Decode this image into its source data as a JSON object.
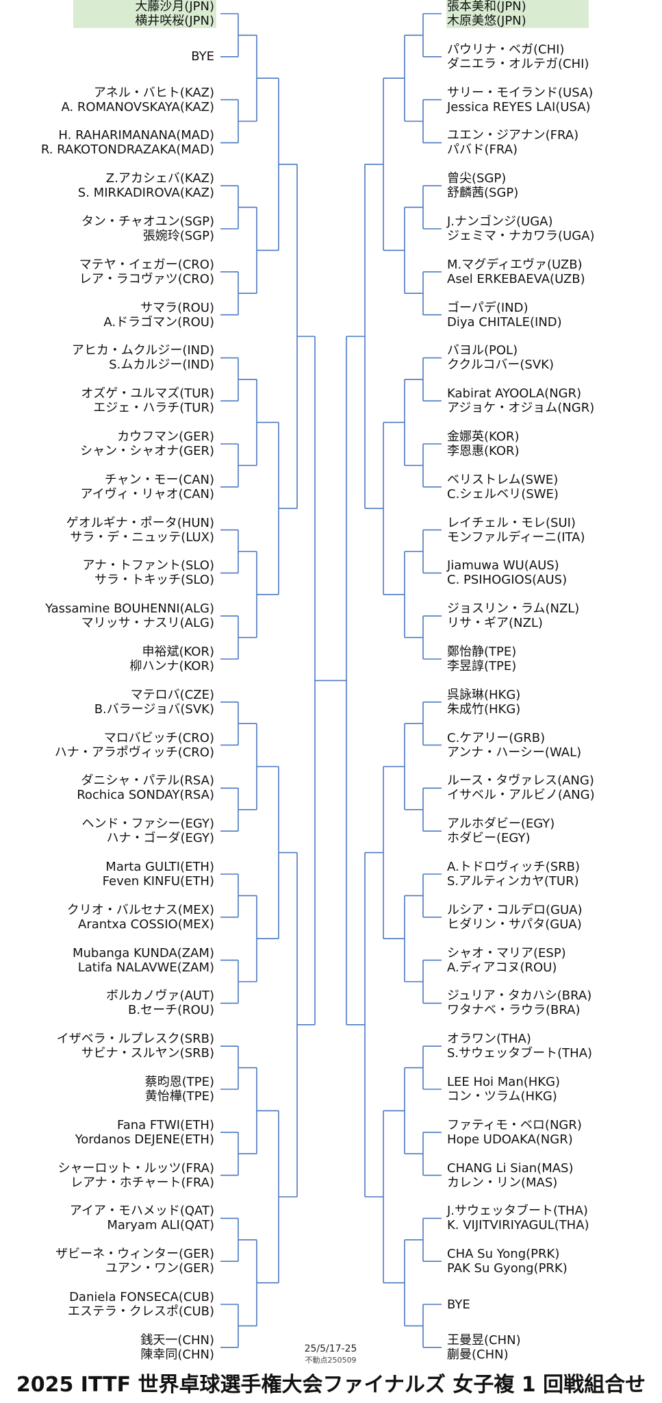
{
  "colors": {
    "bracket_line": "#4a78c2",
    "highlight": "#d9ecd2"
  },
  "header": {
    "date": "25/5/17-25",
    "fixed_points": "不動点250509",
    "title": "2025 ITTF 世界卓球選手権大会ファイナルズ 女子複 1 回戦組合せ"
  },
  "left_draw": [
    {
      "players": [
        "大藤沙月(JPN)",
        "横井咲桜(JPN)"
      ],
      "highlight": true
    },
    {
      "players": [
        "BYE"
      ]
    },
    {
      "players": [
        "アネル・バヒト(KAZ)",
        "A. ROMANOVSKAYA(KAZ)"
      ]
    },
    {
      "players": [
        "H. RAHARIMANANA(MAD)",
        "R. RAKOTONDRAZAKA(MAD)"
      ]
    },
    {
      "players": [
        "Z.アカシェバ(KAZ)",
        "S. MIRKADIROVA(KAZ)"
      ]
    },
    {
      "players": [
        "タン・チャオユン(SGP)",
        "張婉玲(SGP)"
      ]
    },
    {
      "players": [
        "マテヤ・イェガー(CRO)",
        "レア・ラコヴァツ(CRO)"
      ]
    },
    {
      "players": [
        "サマラ(ROU)",
        "A.ドラゴマン(ROU)"
      ]
    },
    {
      "players": [
        "アヒカ・ムクルジー(IND)",
        "S.ムカルジー(IND)"
      ]
    },
    {
      "players": [
        "オズゲ・ユルマズ(TUR)",
        "エジェ・ハラチ(TUR)"
      ]
    },
    {
      "players": [
        "カウフマン(GER)",
        "シャン・シャオナ(GER)"
      ]
    },
    {
      "players": [
        "チャン・モー(CAN)",
        "アイヴィ・リャオ(CAN)"
      ]
    },
    {
      "players": [
        "ゲオルギナ・ポータ(HUN)",
        "サラ・デ・ニュッテ(LUX)"
      ]
    },
    {
      "players": [
        "アナ・トファント(SLO)",
        "サラ・トキッチ(SLO)"
      ]
    },
    {
      "players": [
        "Yassamine BOUHENNI(ALG)",
        "マリッサ・ナスリ(ALG)"
      ]
    },
    {
      "players": [
        "申裕斌(KOR)",
        "柳ハンナ(KOR)"
      ]
    },
    {
      "players": [
        "マテロバ(CZE)",
        "B.バラージョバ(SVK)"
      ]
    },
    {
      "players": [
        "マロバビッチ(CRO)",
        "ハナ・アラポヴィッチ(CRO)"
      ]
    },
    {
      "players": [
        "ダニシャ・パテル(RSA)",
        "Rochica SONDAY(RSA)"
      ]
    },
    {
      "players": [
        "ヘンド・ファシー(EGY)",
        "ハナ・ゴーダ(EGY)"
      ]
    },
    {
      "players": [
        "Marta GULTI(ETH)",
        "Feven KINFU(ETH)"
      ]
    },
    {
      "players": [
        "クリオ・バルセナス(MEX)",
        "Arantxa COSSIO(MEX)"
      ]
    },
    {
      "players": [
        "Mubanga KUNDA(ZAM)",
        "Latifa NALAVWE(ZAM)"
      ]
    },
    {
      "players": [
        "ボルカノヴァ(AUT)",
        "B.セーチ(ROU)"
      ]
    },
    {
      "players": [
        "イザベラ・ルプレスク(SRB)",
        "サビナ・スルヤン(SRB)"
      ]
    },
    {
      "players": [
        "蔡昀恩(TPE)",
        "黄怡樺(TPE)"
      ]
    },
    {
      "players": [
        "Fana FTWI(ETH)",
        "Yordanos DEJENE(ETH)"
      ]
    },
    {
      "players": [
        "シャーロット・ルッツ(FRA)",
        "レアナ・ホチャート(FRA)"
      ]
    },
    {
      "players": [
        "アイア・モハメッド(QAT)",
        "Maryam ALI(QAT)"
      ]
    },
    {
      "players": [
        "ザビーネ・ウィンター(GER)",
        "ユアン・ワン(GER)"
      ]
    },
    {
      "players": [
        "Daniela FONSECA(CUB)",
        "エステラ・クレスポ(CUB)"
      ]
    },
    {
      "players": [
        "銭天一(CHN)",
        "陳幸同(CHN)"
      ]
    }
  ],
  "right_draw": [
    {
      "players": [
        "張本美和(JPN)",
        "木原美悠(JPN)"
      ],
      "highlight": true
    },
    {
      "players": [
        "パウリナ・ベガ(CHI)",
        "ダニエラ・オルテガ(CHI)"
      ]
    },
    {
      "players": [
        "サリー・モイランド(USA)",
        "Jessica REYES LAI(USA)"
      ]
    },
    {
      "players": [
        "ユエン・ジアナン(FRA)",
        "パバド(FRA)"
      ]
    },
    {
      "players": [
        "曾尖(SGP)",
        "舒麟茜(SGP)"
      ]
    },
    {
      "players": [
        "J.ナンゴンジ(UGA)",
        "ジェミマ・ナカワラ(UGA)"
      ]
    },
    {
      "players": [
        "M.マグディエヴァ(UZB)",
        "Asel ERKEBAEVA(UZB)"
      ]
    },
    {
      "players": [
        "ゴーパデ(IND)",
        "Diya CHITALE(IND)"
      ]
    },
    {
      "players": [
        "バヨル(POL)",
        "ククルコバー(SVK)"
      ]
    },
    {
      "players": [
        "Kabirat AYOOLA(NGR)",
        "アジョケ・オジョム(NGR)"
      ]
    },
    {
      "players": [
        "金娜英(KOR)",
        "李恩惠(KOR)"
      ]
    },
    {
      "players": [
        "ベリストレム(SWE)",
        "C.シェルベリ(SWE)"
      ]
    },
    {
      "players": [
        "レイチェル・モレ(SUI)",
        "モンファルディーニ(ITA)"
      ]
    },
    {
      "players": [
        "Jiamuwa WU(AUS)",
        "C. PSIHOGIOS(AUS)"
      ]
    },
    {
      "players": [
        "ジョスリン・ラム(NZL)",
        "リサ・ギア(NZL)"
      ]
    },
    {
      "players": [
        "鄭怡静(TPE)",
        "李昱諄(TPE)"
      ]
    },
    {
      "players": [
        "呉詠琳(HKG)",
        "朱成竹(HKG)"
      ]
    },
    {
      "players": [
        "C.ケアリー(GRB)",
        "アンナ・ハーシー(WAL)"
      ]
    },
    {
      "players": [
        "ルース・タヴァレス(ANG)",
        "イサベル・アルビノ(ANG)"
      ]
    },
    {
      "players": [
        "アルホダビー(EGY)",
        "ホダビー(EGY)"
      ]
    },
    {
      "players": [
        "A.トドロヴィッチ(SRB)",
        "S.アルティンカヤ(TUR)"
      ]
    },
    {
      "players": [
        "ルシア・コルデロ(GUA)",
        "ヒダリン・サパタ(GUA)"
      ]
    },
    {
      "players": [
        "シャオ・マリア(ESP)",
        "A.ディアコヌ(ROU)"
      ]
    },
    {
      "players": [
        "ジュリア・タカハシ(BRA)",
        "ワタナベ・ラウラ(BRA)"
      ]
    },
    {
      "players": [
        "オラワン(THA)",
        "S.サウェッタブート(THA)"
      ]
    },
    {
      "players": [
        "LEE Hoi Man(HKG)",
        "コン・ツラム(HKG)"
      ]
    },
    {
      "players": [
        "ファティモ・ベロ(NGR)",
        "Hope UDOAKA(NGR)"
      ]
    },
    {
      "players": [
        "CHANG Li Sian(MAS)",
        "カレン・リン(MAS)"
      ]
    },
    {
      "players": [
        "J.サウェッタブート(THA)",
        "K. VIJITVIRIYAGUL(THA)"
      ]
    },
    {
      "players": [
        "CHA Su Yong(PRK)",
        "PAK Su Gyong(PRK)"
      ]
    },
    {
      "players": [
        "BYE"
      ]
    },
    {
      "players": [
        "王曼昱(CHN)",
        "蒯曼(CHN)"
      ]
    }
  ]
}
